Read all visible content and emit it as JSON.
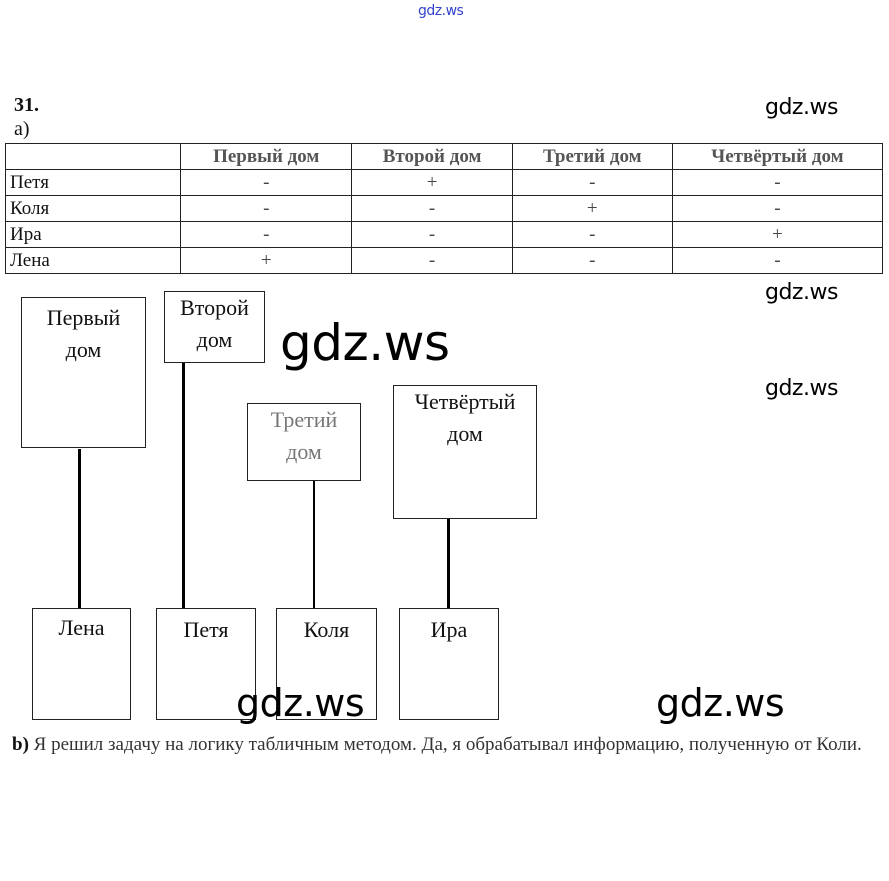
{
  "watermark": "gdz.ws",
  "task_number": "31.",
  "part_a": "а)",
  "table": {
    "headers": [
      "",
      "Первый дом",
      "Второй дом",
      "Третий дом",
      "Четвёртый дом"
    ],
    "rows": [
      {
        "name": "Петя",
        "cells": [
          "-",
          "+",
          "-",
          "-"
        ]
      },
      {
        "name": "Коля",
        "cells": [
          "-",
          "-",
          "+",
          "-"
        ]
      },
      {
        "name": "Ира",
        "cells": [
          "-",
          "-",
          "-",
          "+"
        ]
      },
      {
        "name": "Лена",
        "cells": [
          "+",
          "-",
          "-",
          "-"
        ]
      }
    ]
  },
  "diagram": {
    "houses": [
      "Первый дом",
      "Второй дом",
      "Третий дом",
      "Четвёртый дом"
    ],
    "people": [
      "Лена",
      "Петя",
      "Коля",
      "Ира"
    ]
  },
  "part_b": {
    "label": "b)",
    "text": "Я решил задачу на логику табличным методом. Да, я обрабатывал информацию, полученную от Коли."
  }
}
